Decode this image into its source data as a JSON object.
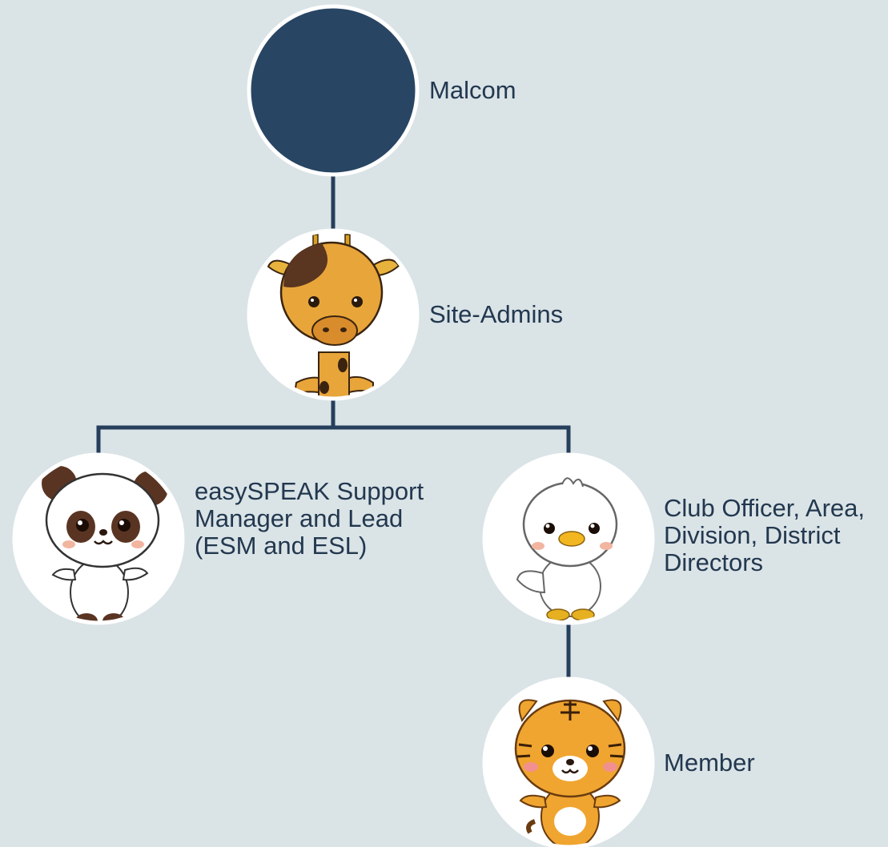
{
  "colors": {
    "background": "#dae3e6",
    "connector": "#253f5c",
    "text": "#22384f",
    "malcom_fill": "#284564",
    "node_ring": "#ffffff"
  },
  "nodes": [
    {
      "id": "malcom",
      "label": "Malcom",
      "avatar": "navy-circle"
    },
    {
      "id": "site-admins",
      "label": "Site-Admins",
      "avatar": "giraffe-icon"
    },
    {
      "id": "esm-esl",
      "label": "easySPEAK Support Manager and Lead (ESM and ESL)",
      "avatar": "panda-icon"
    },
    {
      "id": "club-officer",
      "label": "Club Officer, Area, Division, District Directors",
      "avatar": "chick-icon"
    },
    {
      "id": "member",
      "label": "Member",
      "avatar": "tiger-icon"
    }
  ],
  "edges": [
    {
      "from": "malcom",
      "to": "site-admins"
    },
    {
      "from": "site-admins",
      "to": "esm-esl"
    },
    {
      "from": "site-admins",
      "to": "club-officer"
    },
    {
      "from": "club-officer",
      "to": "member"
    }
  ]
}
